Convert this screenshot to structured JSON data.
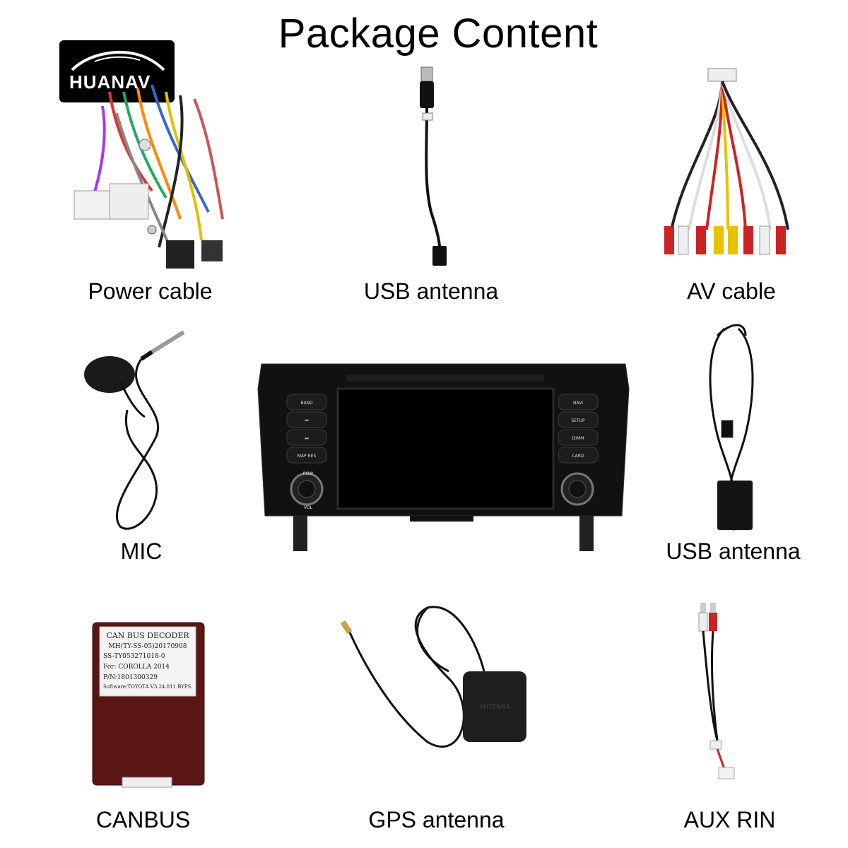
{
  "title": "Package Content",
  "brand": {
    "logo_text": "HUANAV"
  },
  "items": [
    {
      "label": "Power cable"
    },
    {
      "label": "USB antenna"
    },
    {
      "label": "AV cable"
    },
    {
      "label": "MIC"
    },
    {
      "label": "USB antenna"
    },
    {
      "label": "CANBUS"
    },
    {
      "label": "GPS antenna"
    },
    {
      "label": "AUX RIN"
    }
  ],
  "head_unit": {
    "left_buttons": [
      "BAND",
      "",
      "",
      "MAP RES"
    ],
    "right_buttons": [
      "NAVI",
      "SETUP",
      "DIMM",
      "CARD"
    ],
    "knob_left_top": "POW",
    "knob_left_bottom": "VOL"
  },
  "canbus_sticker": {
    "lines": [
      "CAN BUS DECODER",
      "MH(TY-SS-05)20170908",
      "SS-TY053271018-0",
      "For: COROLLA 2014",
      "P/N:1801300329",
      "Software:TOYOTA V3.24.011.BYPS"
    ]
  },
  "gps_module_text": "ANTENNA"
}
